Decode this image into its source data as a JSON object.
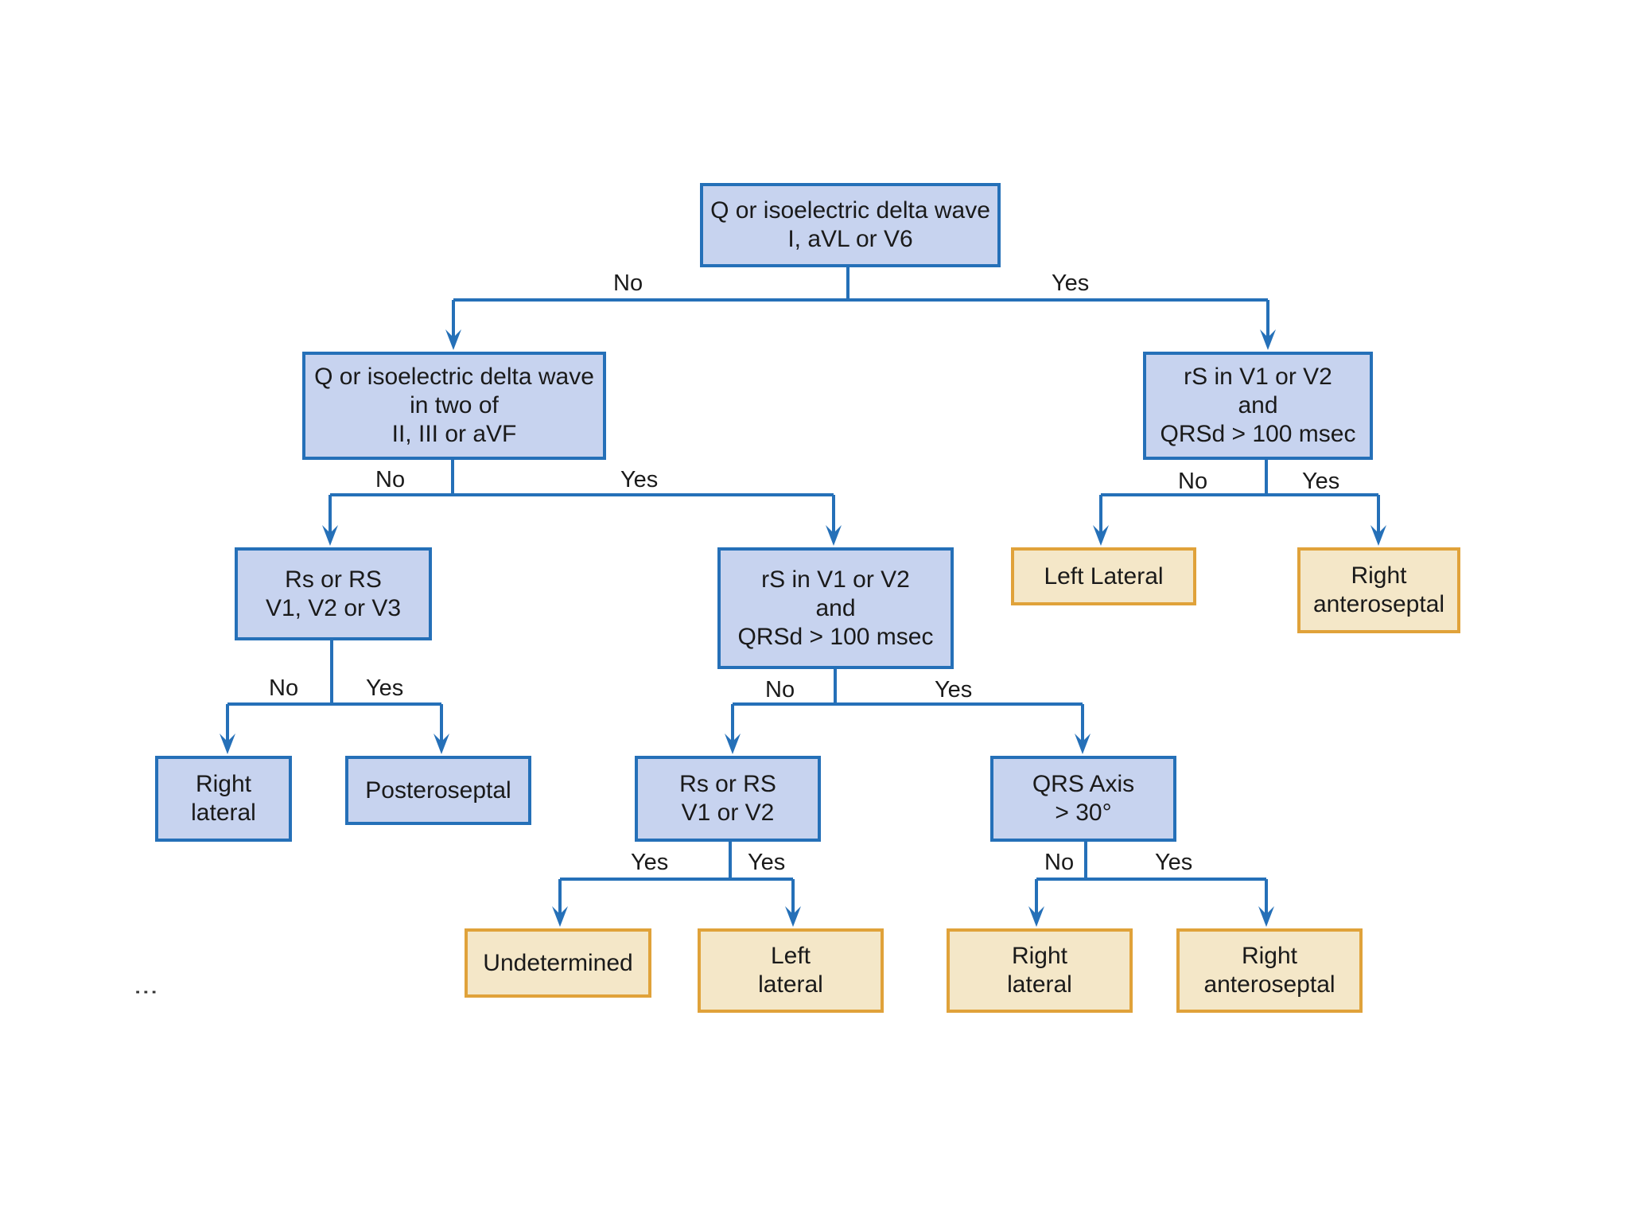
{
  "colors": {
    "decision_fill": "#c7d3ef",
    "decision_border": "#2570b8",
    "outcome_fill": "#f4e7c8",
    "outcome_border": "#e0a23a",
    "connector": "#2570b8"
  },
  "nodes": {
    "root": [
      "Q or isoelectric delta wave",
      "I, aVL or V6"
    ],
    "q_inferior": [
      "Q or isoelectric delta wave",
      "in two of",
      "II, III or aVF"
    ],
    "rs_right": [
      "rS in V1 or V2",
      "and",
      "QRSd > 100 msec"
    ],
    "rs_v123": [
      "Rs or RS",
      "V1, V2 or V3"
    ],
    "rs_mid": [
      "rS in V1 or V2",
      "and",
      "QRSd > 100 msec"
    ],
    "left_lateral_top": [
      "Left Lateral"
    ],
    "right_anteroseptal_top": [
      "Right",
      "anteroseptal"
    ],
    "right_lateral_left": [
      "Right",
      "lateral"
    ],
    "posteroseptal": [
      "Posteroseptal"
    ],
    "rs_v12": [
      "Rs or RS",
      "V1 or V2"
    ],
    "qrs_axis": [
      "QRS Axis",
      "> 30°"
    ],
    "undetermined": [
      "Undetermined"
    ],
    "left_lateral_bottom": [
      "Left",
      "lateral"
    ],
    "right_lateral_bottom": [
      "Right",
      "lateral"
    ],
    "right_anteroseptal_bottom": [
      "Right",
      "anteroseptal"
    ]
  },
  "edge_labels": {
    "root_no": "No",
    "root_yes": "Yes",
    "q_inferior_no": "No",
    "q_inferior_yes": "Yes",
    "rs_right_no": "No",
    "rs_right_yes": "Yes",
    "rs_v123_no": "No",
    "rs_v123_yes": "Yes",
    "rs_mid_no": "No",
    "rs_mid_yes": "Yes",
    "rs_v12_left": "Yes",
    "rs_v12_right": "Yes",
    "qrs_axis_no": "No",
    "qrs_axis_yes": "Yes"
  },
  "footer_mark": "⋮"
}
